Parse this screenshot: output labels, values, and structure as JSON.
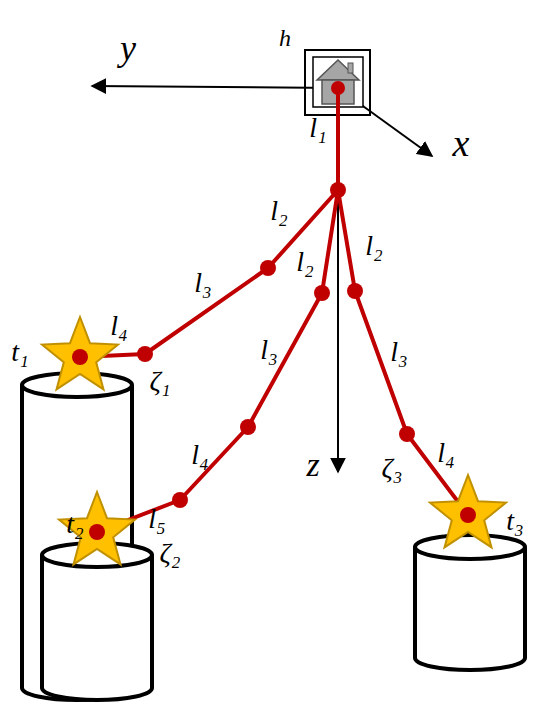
{
  "diagram": {
    "labels": [
      "y",
      "h",
      "x",
      "l₁",
      "l₂",
      "l₂",
      "l₂",
      "l₃",
      "l₃",
      "l₃",
      "l₄",
      "l₄",
      "l₄",
      "l₅",
      "t₁",
      "ζ₁",
      "t₂",
      "ζ₂",
      "z",
      "ζ₃",
      "t₃"
    ]
  }
}
